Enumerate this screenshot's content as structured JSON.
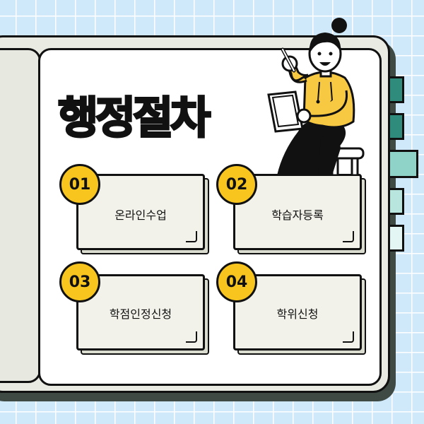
{
  "header": {
    "title": "행정절차"
  },
  "steps": [
    {
      "number": "01",
      "label": "온라인수업"
    },
    {
      "number": "02",
      "label": "학습자등록"
    },
    {
      "number": "03",
      "label": "학점인정신청"
    },
    {
      "number": "04",
      "label": "학위신청"
    }
  ],
  "colors": {
    "background": "#cfe9fb",
    "badge": "#f7c51e",
    "card": "#f2f2ea",
    "tab_dark": "#2f8b7c",
    "tab_mid": "#8fd3c8",
    "tab_light": "#d9f3ef",
    "hoodie": "#f7c842",
    "outline": "#111111"
  },
  "illustration": {
    "icon": "student-with-tablet-icon"
  }
}
